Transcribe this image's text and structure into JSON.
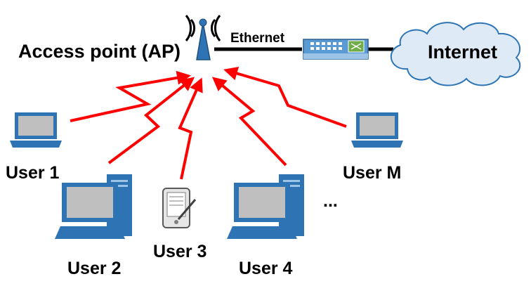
{
  "labels": {
    "access_point": "Access point (AP)",
    "ethernet": "Ethernet",
    "internet": "Internet",
    "ellipsis": "..."
  },
  "users": [
    {
      "label": "User 1",
      "device": "laptop-icon"
    },
    {
      "label": "User 2",
      "device": "desktop-computer-icon"
    },
    {
      "label": "User 3",
      "device": "pda-icon"
    },
    {
      "label": "User 4",
      "device": "desktop-computer-icon"
    },
    {
      "label": "User M",
      "device": "laptop-icon"
    }
  ],
  "colors": {
    "wireless_link": "#ff0000",
    "device_blue": "#2e74b5",
    "screen_grey": "#bfbfbf",
    "cloud_fill": "#deebf7",
    "cloud_stroke": "#2e75b6"
  }
}
